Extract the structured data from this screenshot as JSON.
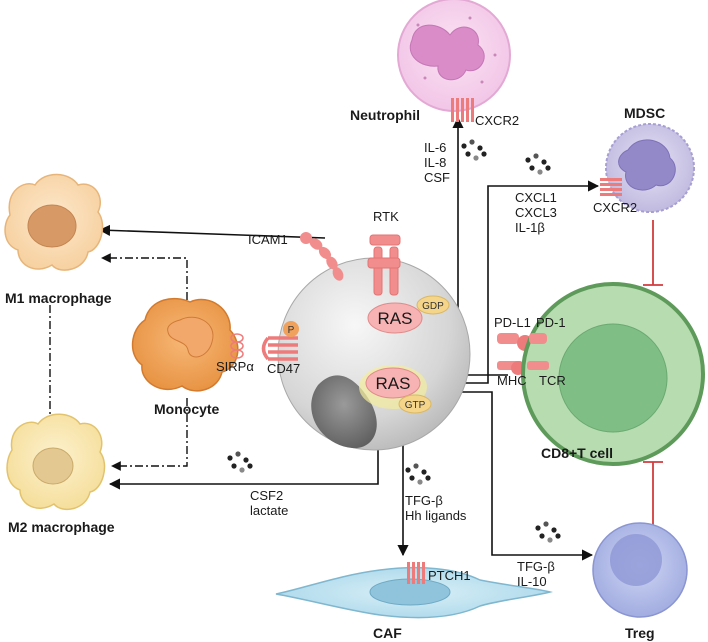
{
  "cells": {
    "neutrophil": "Neutrophil",
    "mdsc": "MDSC",
    "m1": "M1 macrophage",
    "m2": "M2 macrophage",
    "monocyte": "Monocyte",
    "cd8": "CD8+T cell",
    "caf": "CAF",
    "treg": "Treg"
  },
  "receptors": {
    "cxcr2_neutrophil": "CXCR2",
    "cxcr2_mdsc": "CXCR2",
    "rtk": "RTK",
    "icam1": "ICAM1",
    "sirpa": "SIRPα",
    "cd47": "CD47",
    "pdl1": "PD-L1",
    "pd1": "PD-1",
    "mhc": "MHC",
    "tcr": "TCR",
    "ptch1": "PTCH1"
  },
  "signaling": {
    "ras_top": "RAS",
    "ras_bottom": "RAS",
    "gdp": "GDP",
    "gtp": "GTP",
    "p": "P"
  },
  "factors": {
    "neutrophil": [
      "IL-6",
      "IL-8",
      "CSF"
    ],
    "mdsc": [
      "CXCL1",
      "CXCL3",
      "IL-1β"
    ],
    "m2": [
      "CSF2",
      "lactate"
    ],
    "caf": [
      "TFG-β",
      "Hh ligands"
    ],
    "treg": [
      "TFG-β",
      "IL-10"
    ]
  }
}
